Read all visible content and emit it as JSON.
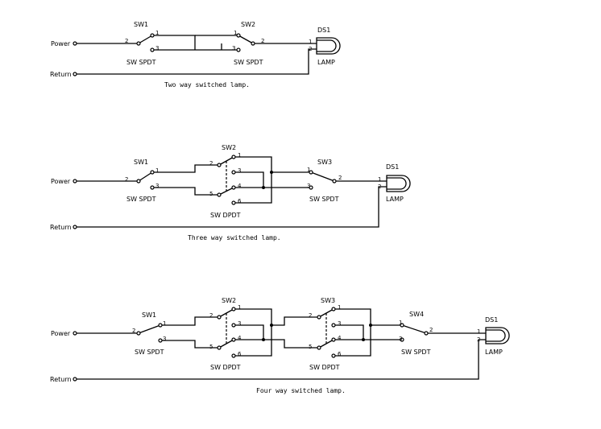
{
  "circuits": [
    {
      "caption": "Two way switched lamp.",
      "power_label": "Power",
      "return_label": "Return",
      "switches": [
        {
          "ref": "SW1",
          "type": "SW SPDT",
          "pins": [
            "2",
            "1",
            "3"
          ]
        },
        {
          "ref": "SW2",
          "type": "SW SPDT",
          "pins": [
            "1",
            "3",
            "2"
          ]
        }
      ],
      "lamp": {
        "ref": "DS1",
        "type": "LAMP",
        "pins": [
          "1",
          "2"
        ]
      }
    },
    {
      "caption": "Three way switched lamp.",
      "power_label": "Power",
      "return_label": "Return",
      "switches": [
        {
          "ref": "SW1",
          "type": "SW SPDT",
          "pins": [
            "2",
            "1",
            "3"
          ]
        },
        {
          "ref": "SW2",
          "type": "SW DPDT",
          "pins": [
            "2",
            "1",
            "3",
            "5",
            "4",
            "6"
          ]
        },
        {
          "ref": "SW3",
          "type": "SW SPDT",
          "pins": [
            "1",
            "3",
            "2"
          ]
        }
      ],
      "lamp": {
        "ref": "DS1",
        "type": "LAMP",
        "pins": [
          "1",
          "2"
        ]
      }
    },
    {
      "caption": "Four way switched lamp.",
      "power_label": "Power",
      "return_label": "Return",
      "switches": [
        {
          "ref": "SW1",
          "type": "SW SPDT",
          "pins": [
            "2",
            "1",
            "3"
          ]
        },
        {
          "ref": "SW2",
          "type": "SW DPDT",
          "pins": [
            "2",
            "1",
            "3",
            "5",
            "4",
            "6"
          ]
        },
        {
          "ref": "SW3",
          "type": "SW DPDT",
          "pins": [
            "2",
            "1",
            "3",
            "5",
            "4",
            "6"
          ]
        },
        {
          "ref": "SW4",
          "type": "SW SPDT",
          "pins": [
            "1",
            "3",
            "2"
          ]
        }
      ],
      "lamp": {
        "ref": "DS1",
        "type": "LAMP",
        "pins": [
          "1",
          "2"
        ]
      }
    }
  ]
}
